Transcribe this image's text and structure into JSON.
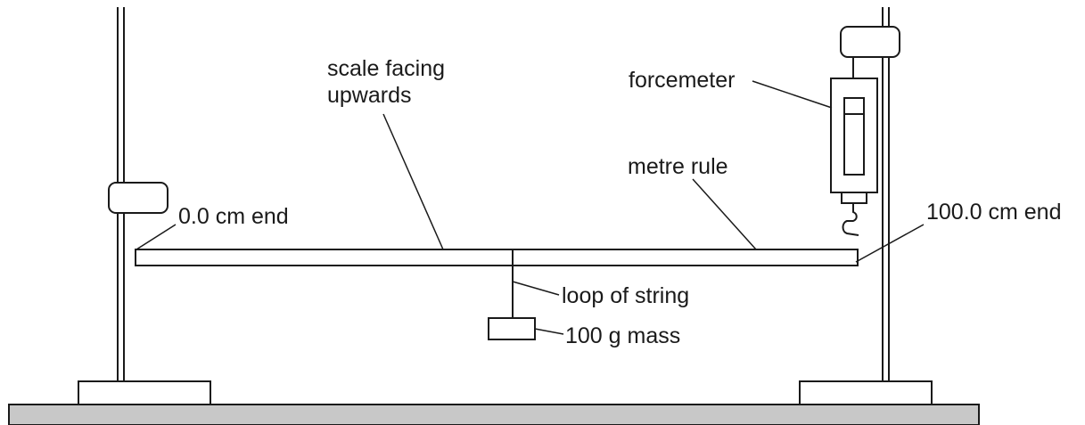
{
  "labels": {
    "scale_facing_line1": "scale facing",
    "scale_facing_line2": "upwards",
    "forcemeter": "forcemeter",
    "metre_rule": "metre rule",
    "zero_end": "0.0 cm end",
    "hundred_end": "100.0 cm end",
    "loop_of_string": "loop of string",
    "mass": "100 g mass"
  },
  "colors": {
    "ink": "#1a1a1a",
    "bench": "#c8c8c8",
    "background": "#ffffff"
  }
}
